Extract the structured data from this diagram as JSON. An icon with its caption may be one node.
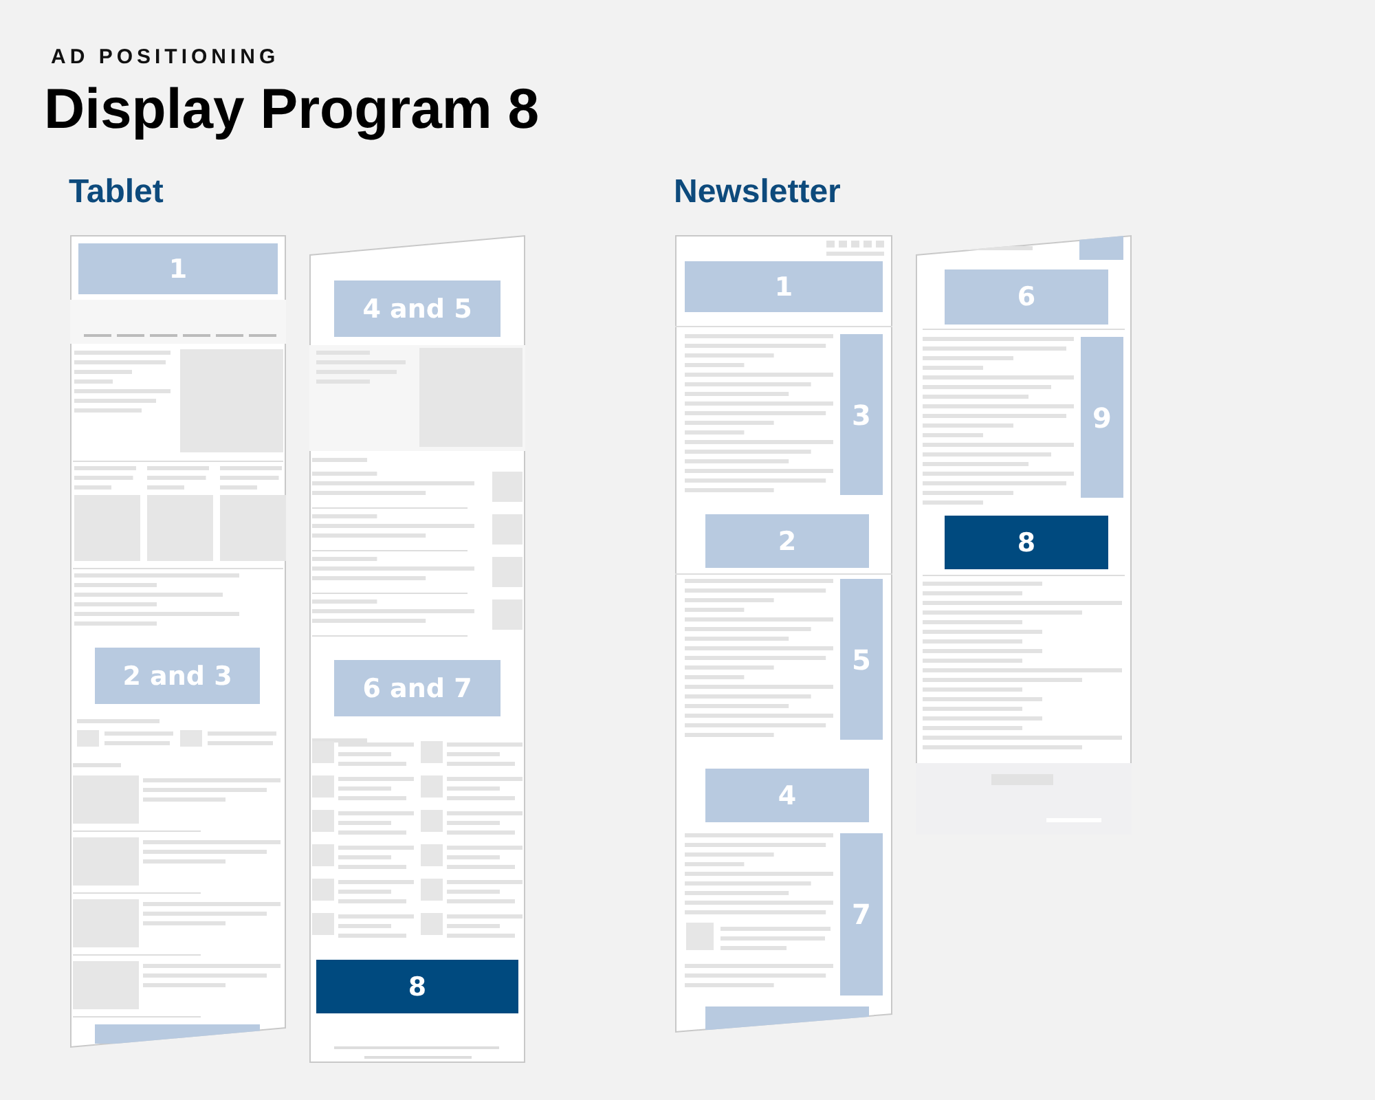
{
  "diagram": {
    "title": "Display Program 8",
    "labels": [
      "AD POSITIONING"
    ],
    "nodes": [
      {
        "text": [
          "Tablet"
        ]
      },
      {
        "text": [],
        "shape": "box",
        "in": 0
      },
      {
        "text": [
          "1"
        ],
        "in": 1
      },
      {
        "text": [
          "2 and 3"
        ],
        "in": 1
      },
      {
        "text": [],
        "shape": "box",
        "in": 1
      },
      {
        "text": [],
        "shape": "box",
        "in": 0
      },
      {
        "text": [
          "4 and 5"
        ],
        "in": 5
      },
      {
        "text": [
          "6 and 7"
        ],
        "in": 5
      },
      {
        "text": [
          "8"
        ],
        "in": 5
      },
      {
        "text": [
          "Newsletter"
        ]
      },
      {
        "text": [],
        "shape": "box",
        "in": 9
      },
      {
        "text": [
          "1"
        ],
        "in": 10
      },
      {
        "text": [
          "3"
        ],
        "in": 10
      },
      {
        "text": [
          "2"
        ],
        "in": 10
      },
      {
        "text": [
          "5"
        ],
        "in": 10
      },
      {
        "text": [
          "4"
        ],
        "in": 10
      },
      {
        "text": [
          "7"
        ],
        "in": 10
      },
      {
        "text": [],
        "shape": "box",
        "in": 10
      },
      {
        "text": [],
        "shape": "box",
        "in": 9
      },
      {
        "text": [],
        "shape": "box",
        "in": 18
      },
      {
        "text": [
          "6"
        ],
        "in": 18
      },
      {
        "text": [
          "9"
        ],
        "in": 18
      },
      {
        "text": [
          "8"
        ],
        "in": 18
      }
    ],
    "edges": []
  }
}
